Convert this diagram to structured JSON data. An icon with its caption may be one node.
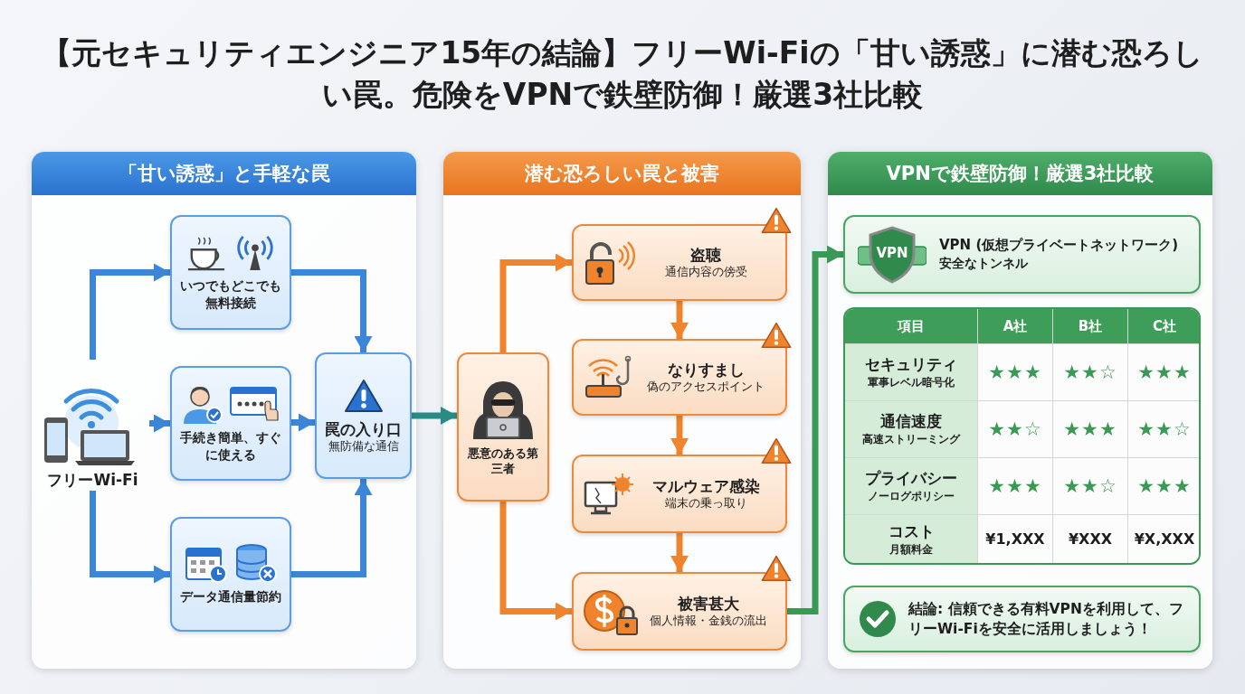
{
  "diagram": {
    "title": "【元セキュリティエンジニア15年の結論】フリーWi-Fiの「甘い誘惑」に潜む恐ろしい罠。危険をVPNで鉄壁防御！厳選3社比較",
    "nodes": [
      {
        "text": [
          "「甘い誘惑」と手軽な罠"
        ]
      },
      {
        "text": [
          "フリーWi-Fi"
        ],
        "in": 0
      },
      {
        "text": [
          "いつでもどこでも無料接続"
        ],
        "in": 0
      },
      {
        "text": [
          "手続き簡単、すぐに使える"
        ],
        "in": 0
      },
      {
        "text": [
          "データ通信量節約"
        ],
        "in": 0
      },
      {
        "text": [
          "罠の入り口",
          "無防備な通信"
        ],
        "in": 0
      },
      {
        "text": [
          "潜む恐ろしい罠と被害"
        ]
      },
      {
        "text": [
          "悪意のある第三者"
        ],
        "in": 6
      },
      {
        "text": [
          "盗聴",
          "通信内容の傍受"
        ],
        "in": 6
      },
      {
        "text": [
          "なりすまし",
          "偽のアクセスポイント"
        ],
        "in": 6
      },
      {
        "text": [
          "マルウェア感染",
          "端末の乗っ取り"
        ],
        "in": 6
      },
      {
        "text": [
          "被害甚大",
          "個人情報・金銭の流出"
        ],
        "in": 6
      },
      {
        "text": [
          "VPNで鉄壁防御！厳選3社比較"
        ]
      },
      {
        "text": [
          "VPN",
          "VPN (仮想プライベートネットワーク)",
          "安全なトンネル"
        ],
        "in": 12
      },
      {
        "text": [
          "結論: 信頼できる有料VPNを利用して、フリーWi-Fiを安全に活用しましょう！"
        ],
        "in": 12
      }
    ],
    "edges": [
      {
        "from": 1,
        "to": 2,
        "arrow": "to"
      },
      {
        "from": 1,
        "to": 3,
        "arrow": "to"
      },
      {
        "from": 1,
        "to": 4,
        "arrow": "to"
      },
      {
        "from": 2,
        "to": 5,
        "arrow": "to"
      },
      {
        "from": 3,
        "to": 5,
        "arrow": "to"
      },
      {
        "from": 4,
        "to": 5,
        "arrow": "to"
      },
      {
        "from": 5,
        "to": 7,
        "arrow": "to",
        "color": "#2a8a86"
      },
      {
        "from": 7,
        "to": 8,
        "arrow": "to",
        "color": "#f0842c"
      },
      {
        "from": 7,
        "to": 11,
        "arrow": "to",
        "color": "#f0842c"
      },
      {
        "from": 8,
        "to": 9,
        "arrow": "to",
        "color": "#f0842c"
      },
      {
        "from": 9,
        "to": 10,
        "arrow": "to",
        "color": "#f0842c"
      },
      {
        "from": 10,
        "to": 11,
        "arrow": "to",
        "color": "#f0842c"
      },
      {
        "from": 11,
        "to": 13,
        "arrow": "to",
        "color": "#3a9a55"
      }
    ],
    "labels": [
      "項目",
      "A社",
      "B社",
      "C社",
      "セキュリティ",
      "軍事レベル暗号化",
      "★★★",
      "★★☆",
      "★★★",
      "通信速度",
      "高速ストリーミング",
      "★★☆",
      "★★★",
      "★★☆",
      "プライバシー",
      "ノーログポリシー",
      "★★★",
      "★★☆",
      "★★★",
      "コスト",
      "月額料金",
      "¥1,XXX",
      "¥XXX",
      "¥X,XXX"
    ]
  }
}
